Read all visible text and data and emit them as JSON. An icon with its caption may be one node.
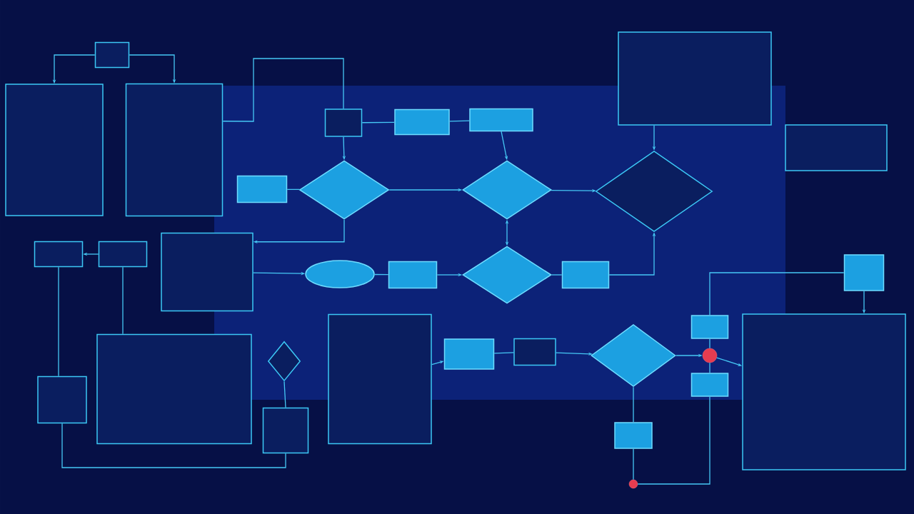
{
  "diagram": {
    "nodes": [
      {
        "text": [],
        "shape": "box"
      },
      {
        "text": [],
        "shape": "box"
      },
      {
        "text": [],
        "shape": "box"
      },
      {
        "text": [],
        "shape": "box"
      },
      {
        "text": [],
        "shape": "box"
      },
      {
        "text": [],
        "shape": "box"
      },
      {
        "text": [],
        "shape": "box"
      },
      {
        "text": [],
        "shape": "box"
      },
      {
        "text": [],
        "shape": "box"
      },
      {
        "text": [],
        "shape": "diamond"
      },
      {
        "text": [],
        "shape": "diamond"
      },
      {
        "text": [],
        "shape": "diamond"
      },
      {
        "text": [],
        "shape": "box"
      },
      {
        "text": [],
        "shape": "box"
      },
      {
        "text": [],
        "shape": "box"
      },
      {
        "text": [],
        "shape": "ellipse"
      },
      {
        "text": [],
        "shape": "box"
      },
      {
        "text": [],
        "shape": "diamond"
      },
      {
        "text": [],
        "shape": "box"
      },
      {
        "text": [],
        "shape": "box"
      },
      {
        "text": [],
        "shape": "box"
      },
      {
        "text": [],
        "shape": "diamond"
      },
      {
        "text": [],
        "shape": "box"
      },
      {
        "text": [],
        "shape": "box"
      },
      {
        "text": [],
        "shape": "box"
      },
      {
        "text": [],
        "shape": "diamond"
      },
      {
        "text": [],
        "shape": "box"
      },
      {
        "text": [],
        "shape": "circle"
      },
      {
        "text": [],
        "shape": "box"
      },
      {
        "text": [],
        "shape": "box"
      },
      {
        "text": [],
        "shape": "box"
      },
      {
        "text": [],
        "shape": "box"
      },
      {
        "text": [],
        "shape": "box"
      },
      {
        "text": [],
        "shape": "circle"
      }
    ],
    "edges": [
      {
        "from": 0,
        "to": 1,
        "arrow": "to"
      },
      {
        "from": 0,
        "to": 2,
        "arrow": "to"
      },
      {
        "from": 2,
        "to": 3,
        "arrow": "none"
      },
      {
        "from": 3,
        "to": 4,
        "arrow": "none"
      },
      {
        "from": 4,
        "to": 5,
        "arrow": "none"
      },
      {
        "from": 3,
        "to": 9,
        "arrow": "to"
      },
      {
        "from": 5,
        "to": 10,
        "arrow": "to"
      },
      {
        "from": 8,
        "to": 9,
        "arrow": "none"
      },
      {
        "from": 9,
        "to": 10,
        "arrow": "to"
      },
      {
        "from": 10,
        "to": 11,
        "arrow": "to"
      },
      {
        "from": 6,
        "to": 11,
        "arrow": "to"
      },
      {
        "from": 9,
        "to": 14,
        "arrow": "to"
      },
      {
        "from": 10,
        "to": 17,
        "arrow": "both"
      },
      {
        "from": 14,
        "to": 15,
        "arrow": "to"
      },
      {
        "from": 15,
        "to": 16,
        "arrow": "none"
      },
      {
        "from": 16,
        "to": 17,
        "arrow": "to"
      },
      {
        "from": 17,
        "to": 18,
        "arrow": "none"
      },
      {
        "from": 18,
        "to": 11,
        "arrow": "to"
      },
      {
        "from": 13,
        "to": 12,
        "arrow": "to"
      },
      {
        "from": 12,
        "to": 30,
        "arrow": "none"
      },
      {
        "from": 13,
        "to": 20,
        "arrow": "none"
      },
      {
        "from": 21,
        "to": 31,
        "arrow": "none"
      },
      {
        "from": 22,
        "to": 23,
        "arrow": "to"
      },
      {
        "from": 23,
        "to": 24,
        "arrow": "none"
      },
      {
        "from": 24,
        "to": 25,
        "arrow": "to"
      },
      {
        "from": 25,
        "to": 27,
        "arrow": "to"
      },
      {
        "from": 27,
        "to": 26,
        "arrow": "none"
      },
      {
        "from": 27,
        "to": 28,
        "arrow": "none"
      },
      {
        "from": 27,
        "to": 29,
        "arrow": "to"
      },
      {
        "from": 26,
        "to": 19,
        "arrow": "none"
      },
      {
        "from": 19,
        "to": 29,
        "arrow": "to"
      },
      {
        "from": 25,
        "to": 32,
        "arrow": "none"
      },
      {
        "from": 32,
        "to": 33,
        "arrow": "none"
      },
      {
        "from": 33,
        "to": 28,
        "arrow": "none"
      },
      {
        "from": 30,
        "to": 31,
        "arrow": "none"
      }
    ]
  }
}
